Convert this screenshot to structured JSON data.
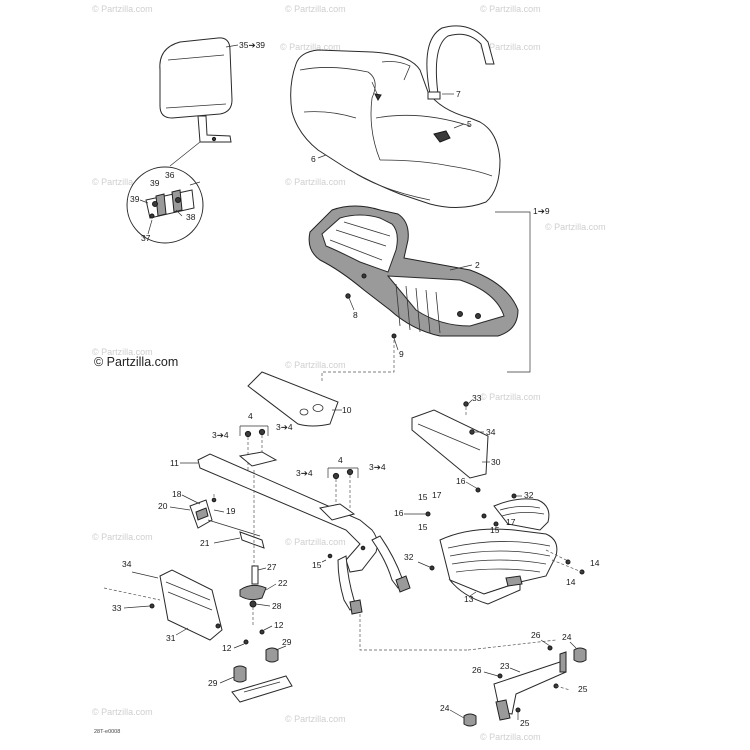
{
  "watermark": "© Partzilla.com",
  "copyright": "© Partzilla.com",
  "drawing_code": "28T-e0008",
  "callouts": {
    "c35_39": "35➔39",
    "c7": "7",
    "c5": "5",
    "c6": "6",
    "c1_9": "1➔9",
    "c36": "36",
    "c39a": "39",
    "c39b": "39",
    "c38": "38",
    "c37": "37",
    "c2": "2",
    "c8": "8",
    "c9": "9",
    "c10": "10",
    "c4a": "4",
    "c3_4a": "3➔4",
    "c3_4b": "3➔4",
    "c4b": "4",
    "c3_4c": "3➔4",
    "c3_4d": "3➔4",
    "c11": "11",
    "c33a": "33",
    "c34a": "34",
    "c30": "30",
    "c16a": "16",
    "c32a": "32",
    "c15a": "15",
    "c17a": "17",
    "c15b": "15",
    "c17b": "17",
    "c16b": "16",
    "c15c": "15",
    "c32b": "32",
    "c14a": "14",
    "c14b": "14",
    "c13": "13",
    "c18": "18",
    "c20": "20",
    "c19": "19",
    "c21": "21",
    "c15d": "15",
    "c27": "27",
    "c22": "22",
    "c28": "28",
    "c12a": "12",
    "c12b": "12",
    "c34b": "34",
    "c33b": "33",
    "c31": "31",
    "c26a": "26",
    "c24a": "24",
    "c29a": "29",
    "c29b": "29",
    "c26b": "26",
    "c23": "23",
    "c25a": "25",
    "c24b": "24",
    "c25b": "25"
  }
}
